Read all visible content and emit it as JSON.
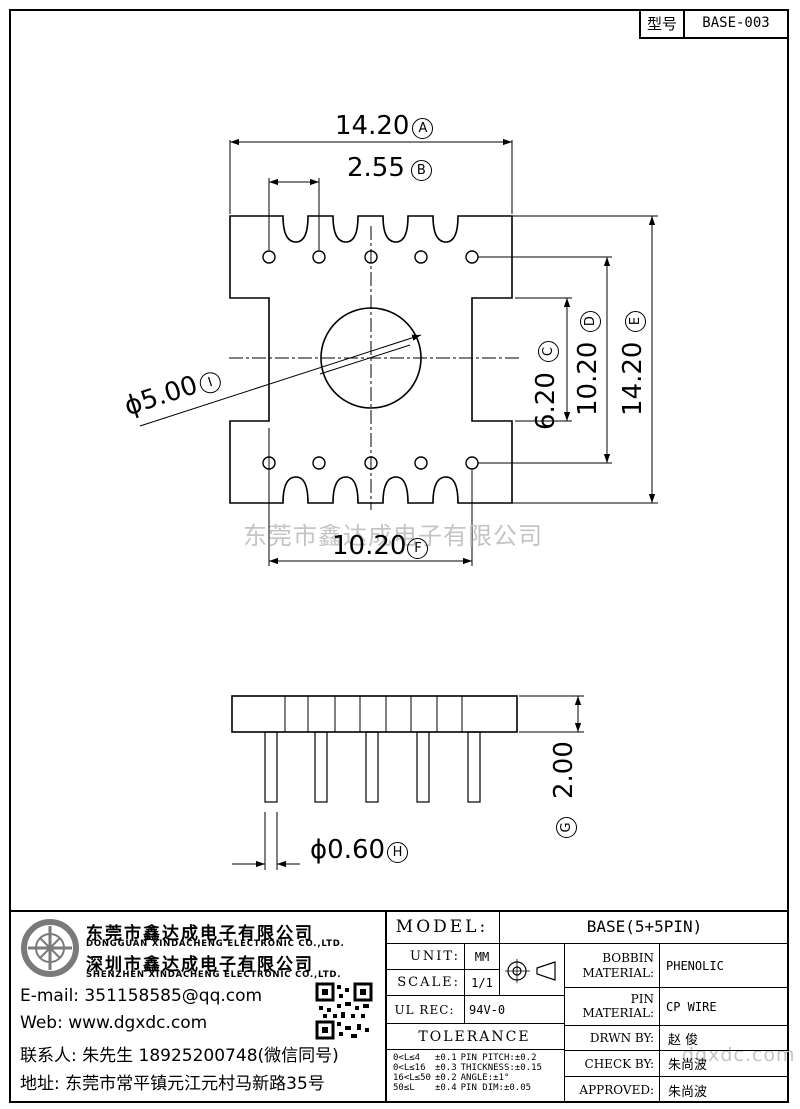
{
  "header": {
    "label": "型号",
    "code": "BASE-003"
  },
  "dimensions": {
    "A": {
      "value": "14.20",
      "mark": "A"
    },
    "B": {
      "value": "2.55",
      "mark": "B"
    },
    "C": {
      "value": "6.20",
      "mark": "C"
    },
    "D": {
      "value": "10.20",
      "mark": "D"
    },
    "E": {
      "value": "14.20",
      "mark": "E"
    },
    "F": {
      "value": "10.20",
      "mark": "F"
    },
    "G": {
      "value": "2.00",
      "mark": "G"
    },
    "H": {
      "value": "0.60",
      "mark": "H"
    },
    "I": {
      "value": "5.00",
      "mark": "I"
    }
  },
  "symbols": {
    "phi": "ϕ"
  },
  "watermark": {
    "top": "东莞市鑫达成电子有限公司",
    "bottom": "dgxdc.com"
  },
  "company": {
    "name_dg": "东莞市鑫达成电子有限公司",
    "en_dg": "DONGGUAN XINDACHENG ELECTRONIC CO.,LTD.",
    "name_sz": "深圳市鑫达成电子有限公司",
    "en_sz": "SHENZHEN XINDACHENG ELECTRONIC CO.,LTD.",
    "email": "E-mail: 351158585@qq.com",
    "web": "Web: www.dgxdc.com",
    "contact": "联系人: 朱先生 18925200748(微信同号)",
    "address": "地址: 东莞市常平镇元江元村马新路35号"
  },
  "title_block": {
    "model_label": "MODEL:",
    "model_value": "BASE(5+5PIN)",
    "unit_label": "UNIT:",
    "unit_value": "MM",
    "scale_label": "SCALE:",
    "scale_value": "1/1",
    "ulrec_label": "UL REC:",
    "ulrec_value": "94V-0",
    "tolerance_label": "TOLERANCE",
    "bobbin_label_1": "BOBBIN",
    "bobbin_label_2": "MATERIAL:",
    "bobbin_value": "PHENOLIC",
    "pin_label_1": "PIN",
    "pin_label_2": "MATERIAL:",
    "pin_value": "CP WIRE",
    "drwn_label": "DRWN BY:",
    "drwn_value": "赵  俊",
    "check_label": "CHECK BY:",
    "check_value": "朱尚波",
    "approved_label": "APPROVED:",
    "approved_value": "朱尚波",
    "tolerances": [
      [
        "0<L≤4",
        "±0.1",
        "PIN PITCH:±0.2"
      ],
      [
        "0<L≤16",
        "±0.3",
        "THICKNESS:±0.15"
      ],
      [
        "16<L≤50",
        "±0.2",
        "ANGLE:±1°"
      ],
      [
        "50≤L",
        "±0.4",
        "PIN DIM:±0.05"
      ]
    ]
  }
}
